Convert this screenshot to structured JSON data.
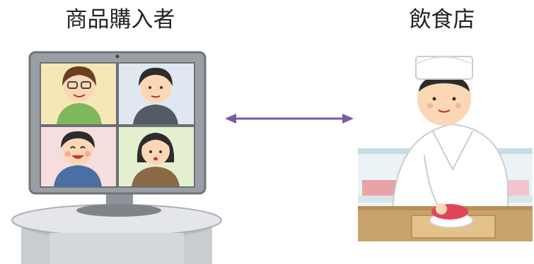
{
  "left_party": {
    "label": "商品購入者",
    "icon": "video-call-monitor"
  },
  "right_party": {
    "label": "飲食店",
    "icon": "sushi-chef"
  },
  "connector": {
    "type": "bidirectional-arrow",
    "color": "#7a5ba6"
  },
  "colors": {
    "monitor_frame": "#9a9fa6",
    "table_top": "#e4e6e9",
    "chef_uniform": "#ffffff",
    "tuna": "#e0455a",
    "counter_wood": "#c9a36d"
  }
}
